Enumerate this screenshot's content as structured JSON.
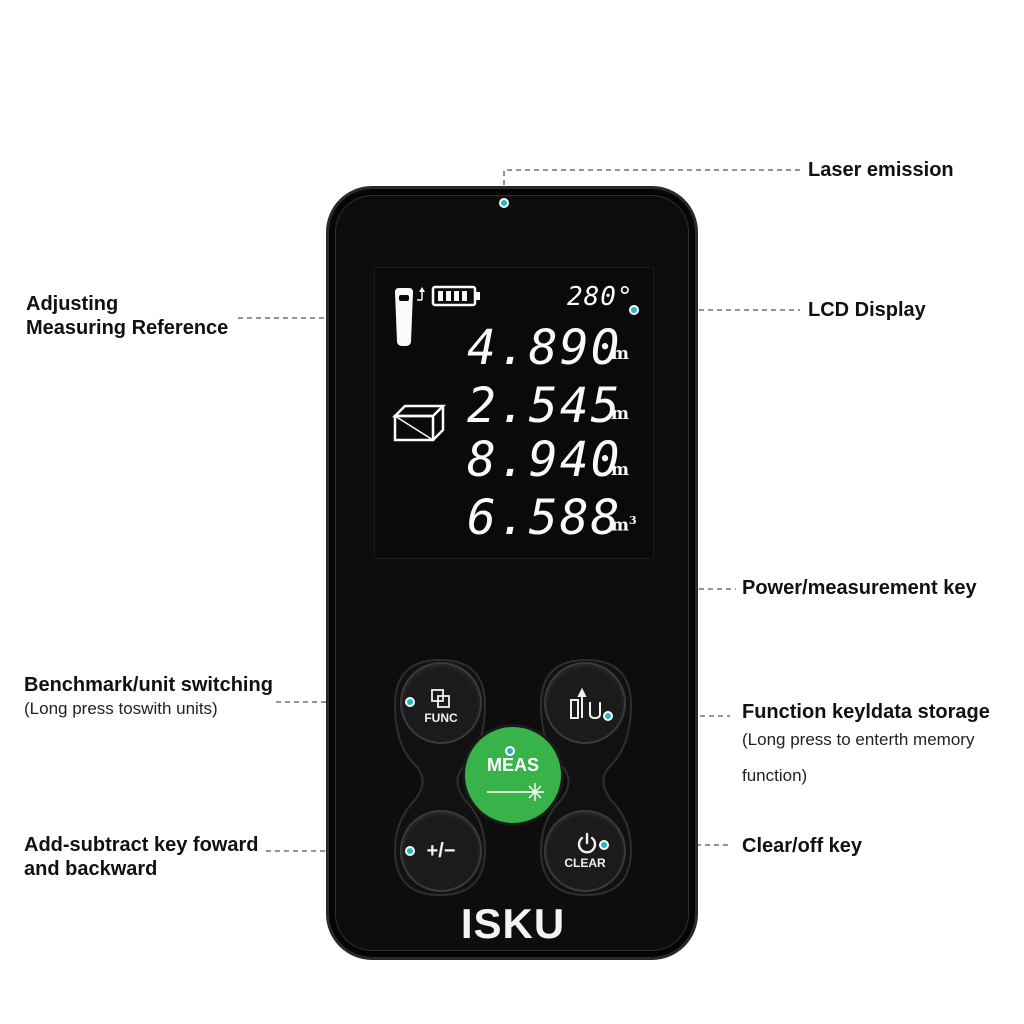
{
  "callouts": {
    "laser_emission": "Laser emission",
    "adjusting_line1": "Adjusting",
    "adjusting_line2": "Measuring Reference",
    "lcd_display": "LCD Display",
    "power_key": "Power/measurement key",
    "benchmark": "Benchmark/unit switching",
    "benchmark_sub": "(Long press toswith units)",
    "function_key": "Function keyldata storage",
    "function_sub1": "(Long press to enterth memory",
    "function_sub2": "function)",
    "add_subtract_line1": "Add-subtract key foward",
    "add_subtract_line2": "and backward",
    "clear_off": "Clear/off key"
  },
  "lcd": {
    "angle": "280°",
    "readings": [
      {
        "value": "4.890",
        "unit": "m"
      },
      {
        "value": "2.545",
        "unit": "m"
      },
      {
        "value": "8.940",
        "unit": "m"
      },
      {
        "value": "6.588",
        "unit": "m",
        "sup": "3"
      }
    ]
  },
  "buttons": {
    "func": "FUNC",
    "meas": "MEAS",
    "plus_minus": "+/−",
    "clear": "CLEAR"
  },
  "brand": "ISKU",
  "colors": {
    "accent": "#1fb8c9",
    "meas_button": "#38b34a",
    "device": "#0d0d0d"
  }
}
